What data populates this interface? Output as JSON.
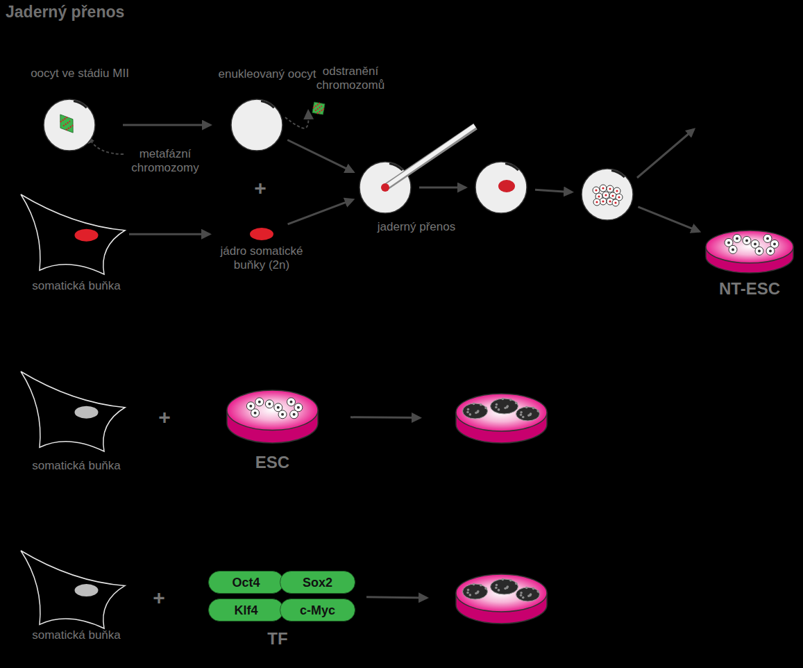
{
  "diagram": {
    "title": "Jaderný přenos",
    "nodes": [
      {
        "text": [
          "oocyt ve stádiu MII"
        ]
      },
      {
        "text": [
          "enukleovaný oocyt"
        ]
      },
      {
        "text": [
          "odstranění chromozomů"
        ]
      },
      {
        "text": [
          "somatická buňka"
        ]
      },
      {
        "text": [
          "jádro somatické buňky (2n)"
        ]
      },
      {
        "text": [
          "jaderný přenos"
        ]
      },
      {
        "text": []
      },
      {
        "text": []
      },
      {
        "text": [
          "NT-ESC"
        ]
      },
      {
        "text": [
          "somatická buňka"
        ]
      },
      {
        "text": [
          "ESC"
        ]
      },
      {
        "text": []
      },
      {
        "text": [
          "somatická buňka"
        ]
      },
      {
        "text": [
          "TF"
        ]
      },
      {
        "text": [
          "Oct4"
        ],
        "in": 13
      },
      {
        "text": [
          "Sox2"
        ],
        "in": 13
      },
      {
        "text": [
          "Klf4"
        ],
        "in": 13
      },
      {
        "text": [
          "c-Myc"
        ],
        "in": 13
      },
      {
        "text": []
      }
    ],
    "edges": [
      {
        "from": 0,
        "to": 1,
        "arrow": "to"
      },
      {
        "from": 1,
        "to": 2,
        "arrow": "to"
      },
      {
        "from": 3,
        "to": 4,
        "arrow": "to"
      },
      {
        "from": 1,
        "to": 5,
        "arrow": "to"
      },
      {
        "from": 4,
        "to": 5,
        "arrow": "to"
      },
      {
        "from": 5,
        "to": 6,
        "arrow": "to"
      },
      {
        "from": 6,
        "to": 7,
        "arrow": "to"
      },
      {
        "from": 7,
        "to": 8,
        "arrow": "to"
      },
      {
        "from": 10,
        "to": 11,
        "arrow": "to"
      },
      {
        "from": 13,
        "to": 18,
        "arrow": "to"
      }
    ],
    "labels": [
      "metafázní chromozomy",
      "+",
      "+",
      "+"
    ]
  }
}
